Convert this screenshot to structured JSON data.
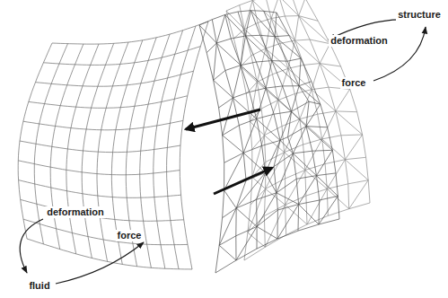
{
  "diagram": {
    "labels": [
      "structure",
      "deformation",
      "force",
      "deformation",
      "force",
      "fluid"
    ]
  }
}
